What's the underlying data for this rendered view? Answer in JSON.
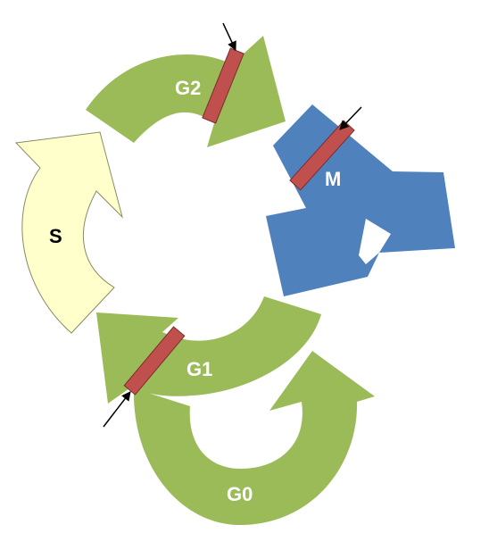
{
  "diagram": {
    "phases": [
      {
        "id": "G2",
        "label": "G2",
        "color": "#9bbb59"
      },
      {
        "id": "M",
        "label": "M",
        "color": "#4f81bd"
      },
      {
        "id": "G1",
        "label": "G1",
        "color": "#9bbb59"
      },
      {
        "id": "G0",
        "label": "G0",
        "color": "#9bbb59"
      },
      {
        "id": "S",
        "label": "S",
        "color": "#ffffcc"
      }
    ],
    "checkpoint_color": "#c0504d",
    "arrow_outline": "#000000"
  }
}
